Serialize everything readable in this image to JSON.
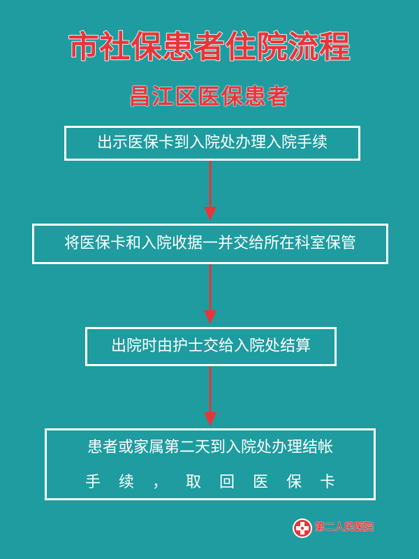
{
  "title": "市社保患者住院流程",
  "subtitle": "昌江区医保患者",
  "steps": [
    {
      "text": "出示医保卡到入院处办理入院手续"
    },
    {
      "text": "将医保卡和入院收据一并交给所在科室保管"
    },
    {
      "text": "出院时由护士交给入院处结算"
    },
    {
      "line1": "患者或家属第二天到入院处办理结帐",
      "line2": "手续，取回医保卡"
    }
  ],
  "footer": {
    "hospital_name": "第二人民医院",
    "logo_icon": "hospital-cross-icon"
  },
  "colors": {
    "background": "#1e9c9f",
    "title": "#e8353a",
    "arrow": "#e8353a",
    "box_border": "#ffffff",
    "box_text": "#ffffff"
  }
}
